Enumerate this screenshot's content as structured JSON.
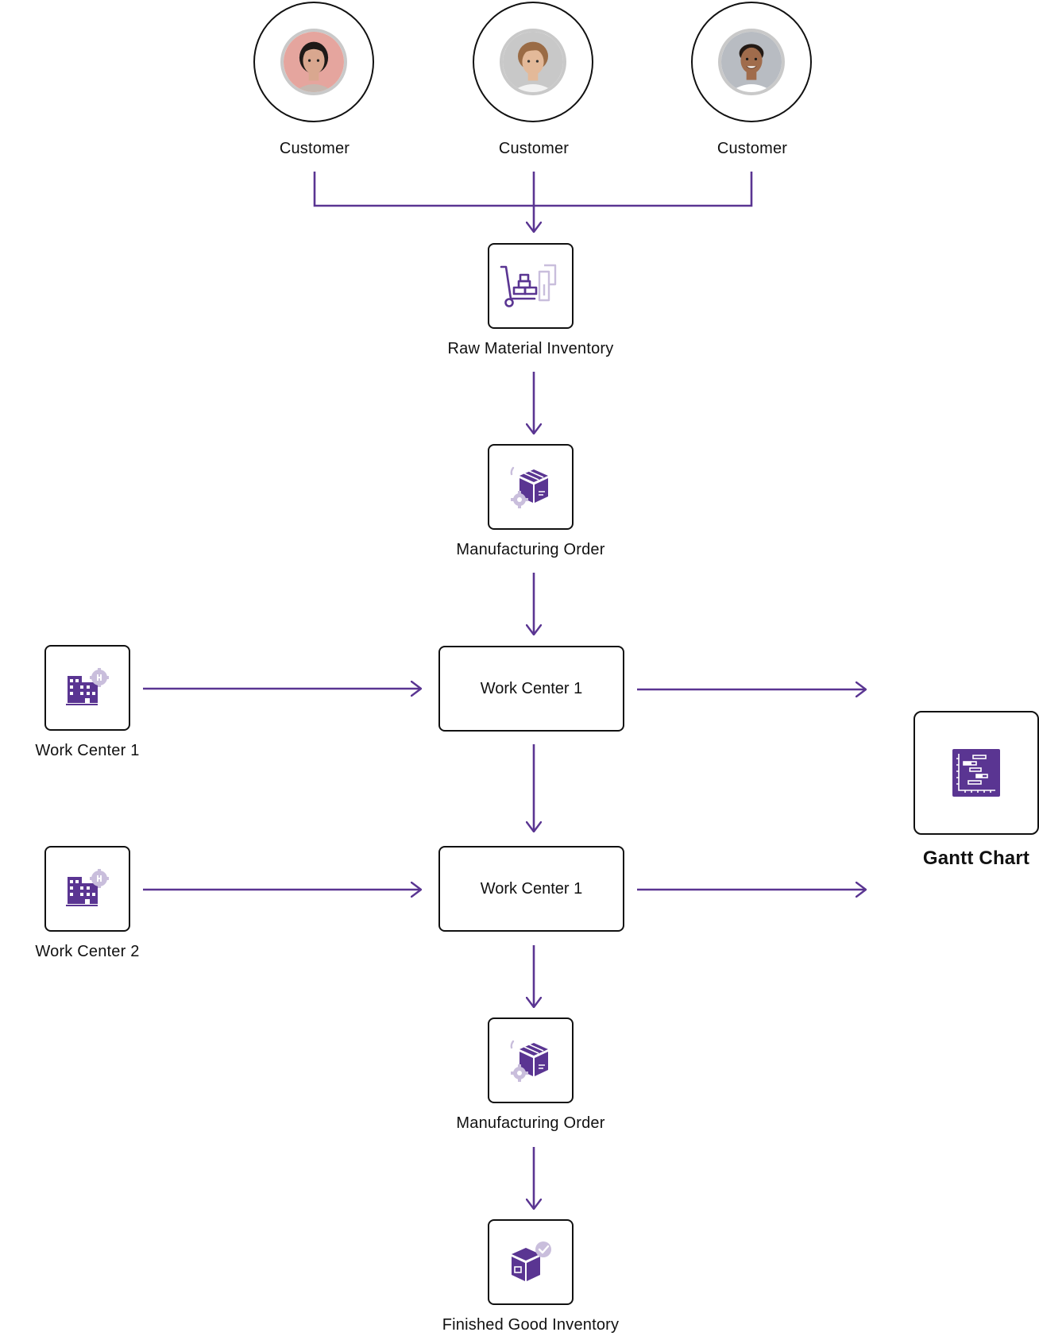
{
  "customers": [
    {
      "label": "Customer",
      "avatar_icon": "woman-portrait-icon",
      "skin": "#d9a78f",
      "hair": "#1e1a18",
      "bg": "#e5a59e"
    },
    {
      "label": "Customer",
      "avatar_icon": "young-man-portrait-icon",
      "skin": "#e3b999",
      "hair": "#9a6b45",
      "bg": "#c8c8c8"
    },
    {
      "label": "Customer",
      "avatar_icon": "smiling-man-portrait-icon",
      "skin": "#a06c4c",
      "hair": "#231a15",
      "bg": "#b8bcc2"
    }
  ],
  "raw_material": {
    "label": "Raw Material Inventory",
    "icon": "hand-truck-icon"
  },
  "mo_top": {
    "label": "Manufacturing Order",
    "icon": "box-gear-icon"
  },
  "wc_side_1": {
    "label": "Work Center 1",
    "icon": "factory-gear-icon"
  },
  "wc_side_2": {
    "label": "Work Center 2",
    "icon": "factory-gear-icon"
  },
  "wc_center_1": {
    "label": "Work Center 1"
  },
  "wc_center_2": {
    "label": "Work Center 1"
  },
  "gantt": {
    "label": "Gantt Chart",
    "icon": "gantt-chart-icon"
  },
  "mo_bottom": {
    "label": "Manufacturing Order",
    "icon": "box-gear-icon"
  },
  "finished": {
    "label": "Finished Good Inventory",
    "icon": "box-check-icon"
  },
  "colors": {
    "accent": "#5a3592",
    "accent_light": "#d8cfe8",
    "border": "#111111"
  }
}
